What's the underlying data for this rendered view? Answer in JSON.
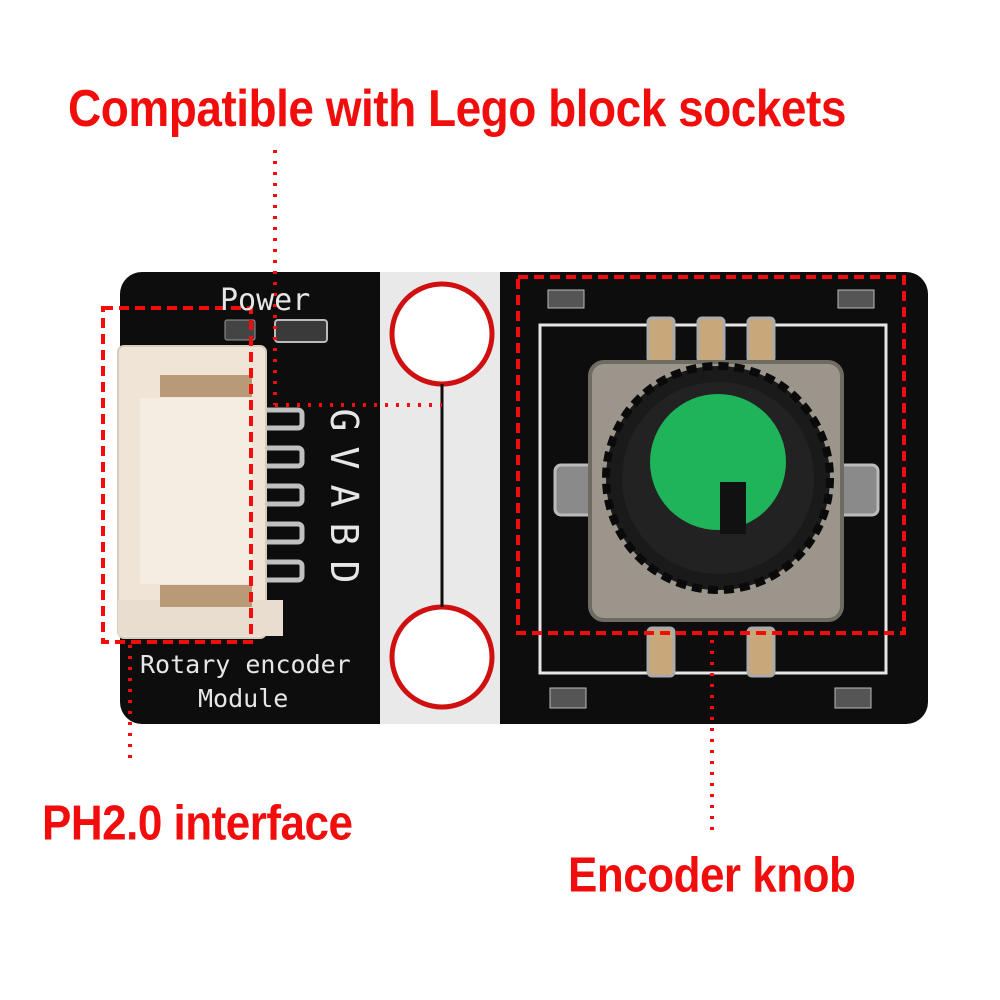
{
  "callouts": {
    "top": "Compatible with Lego block sockets",
    "left": "PH2.0 interface",
    "right": "Encoder knob"
  },
  "board": {
    "power_label": "Power",
    "pins": [
      "G",
      "V",
      "A",
      "B",
      "D"
    ],
    "name_line1": "Rotary encoder",
    "name_line2": "Module"
  },
  "colors": {
    "callout": "#f20d0d",
    "pcb": "#0d0d0d",
    "knob": "#1fb35a",
    "connector": "#efe4d6"
  }
}
